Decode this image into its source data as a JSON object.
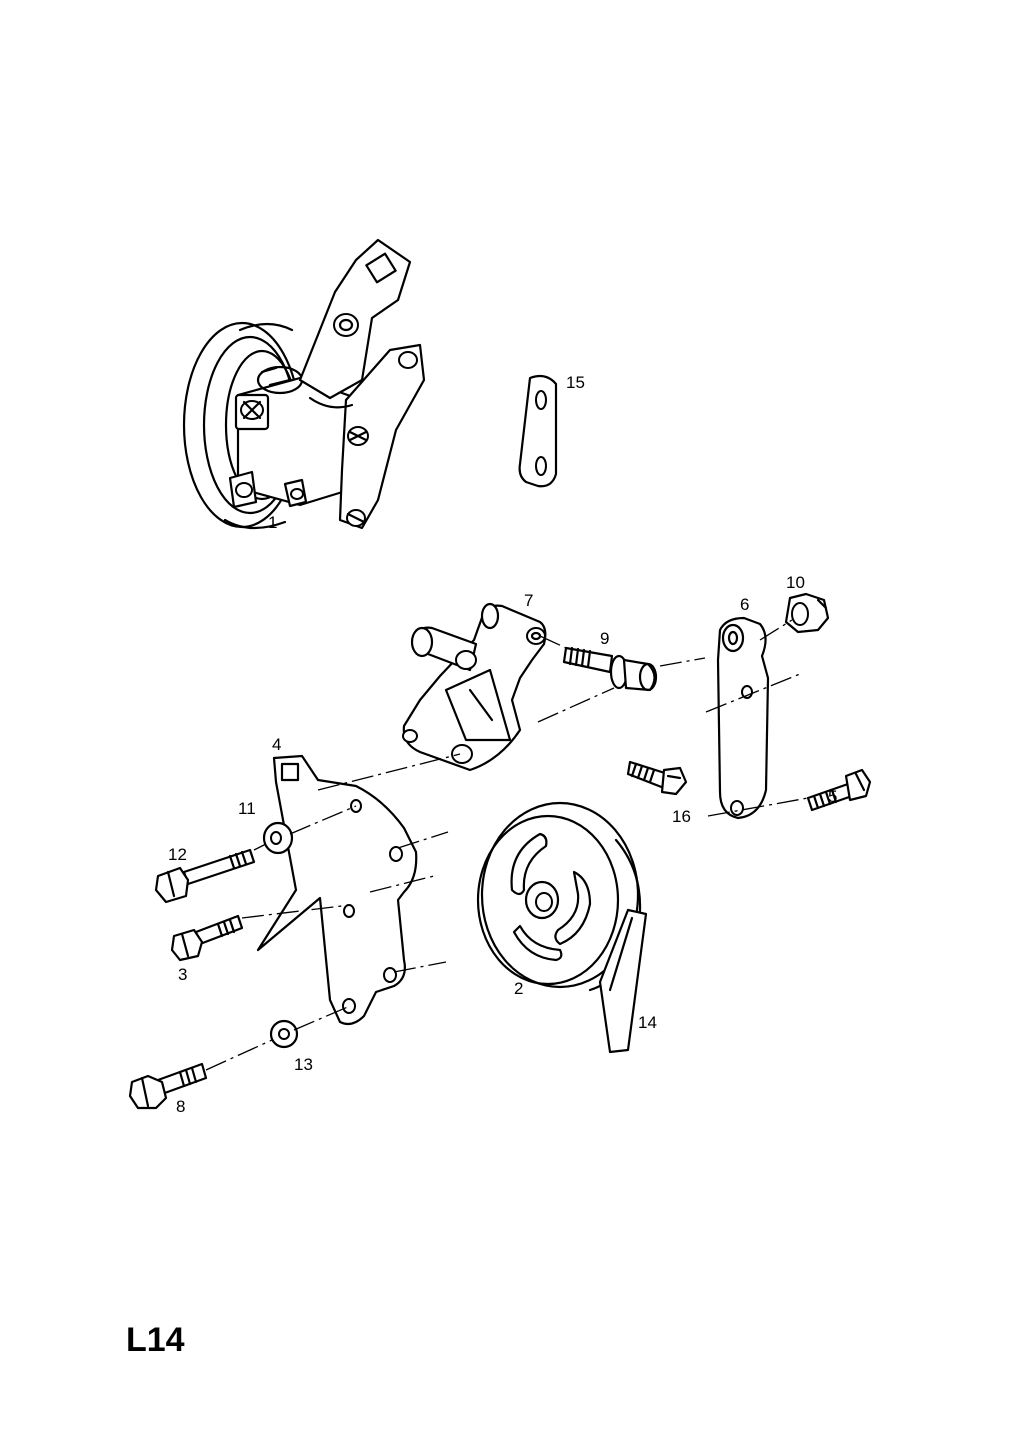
{
  "page_code": "L14",
  "callouts": {
    "c1": "1",
    "c2": "2",
    "c3": "3",
    "c4": "4",
    "c5": "5",
    "c6": "6",
    "c7": "7",
    "c8": "8",
    "c9": "9",
    "c10": "10",
    "c11": "11",
    "c12": "12",
    "c13": "13",
    "c14": "14",
    "c15": "15",
    "c16": "16"
  }
}
